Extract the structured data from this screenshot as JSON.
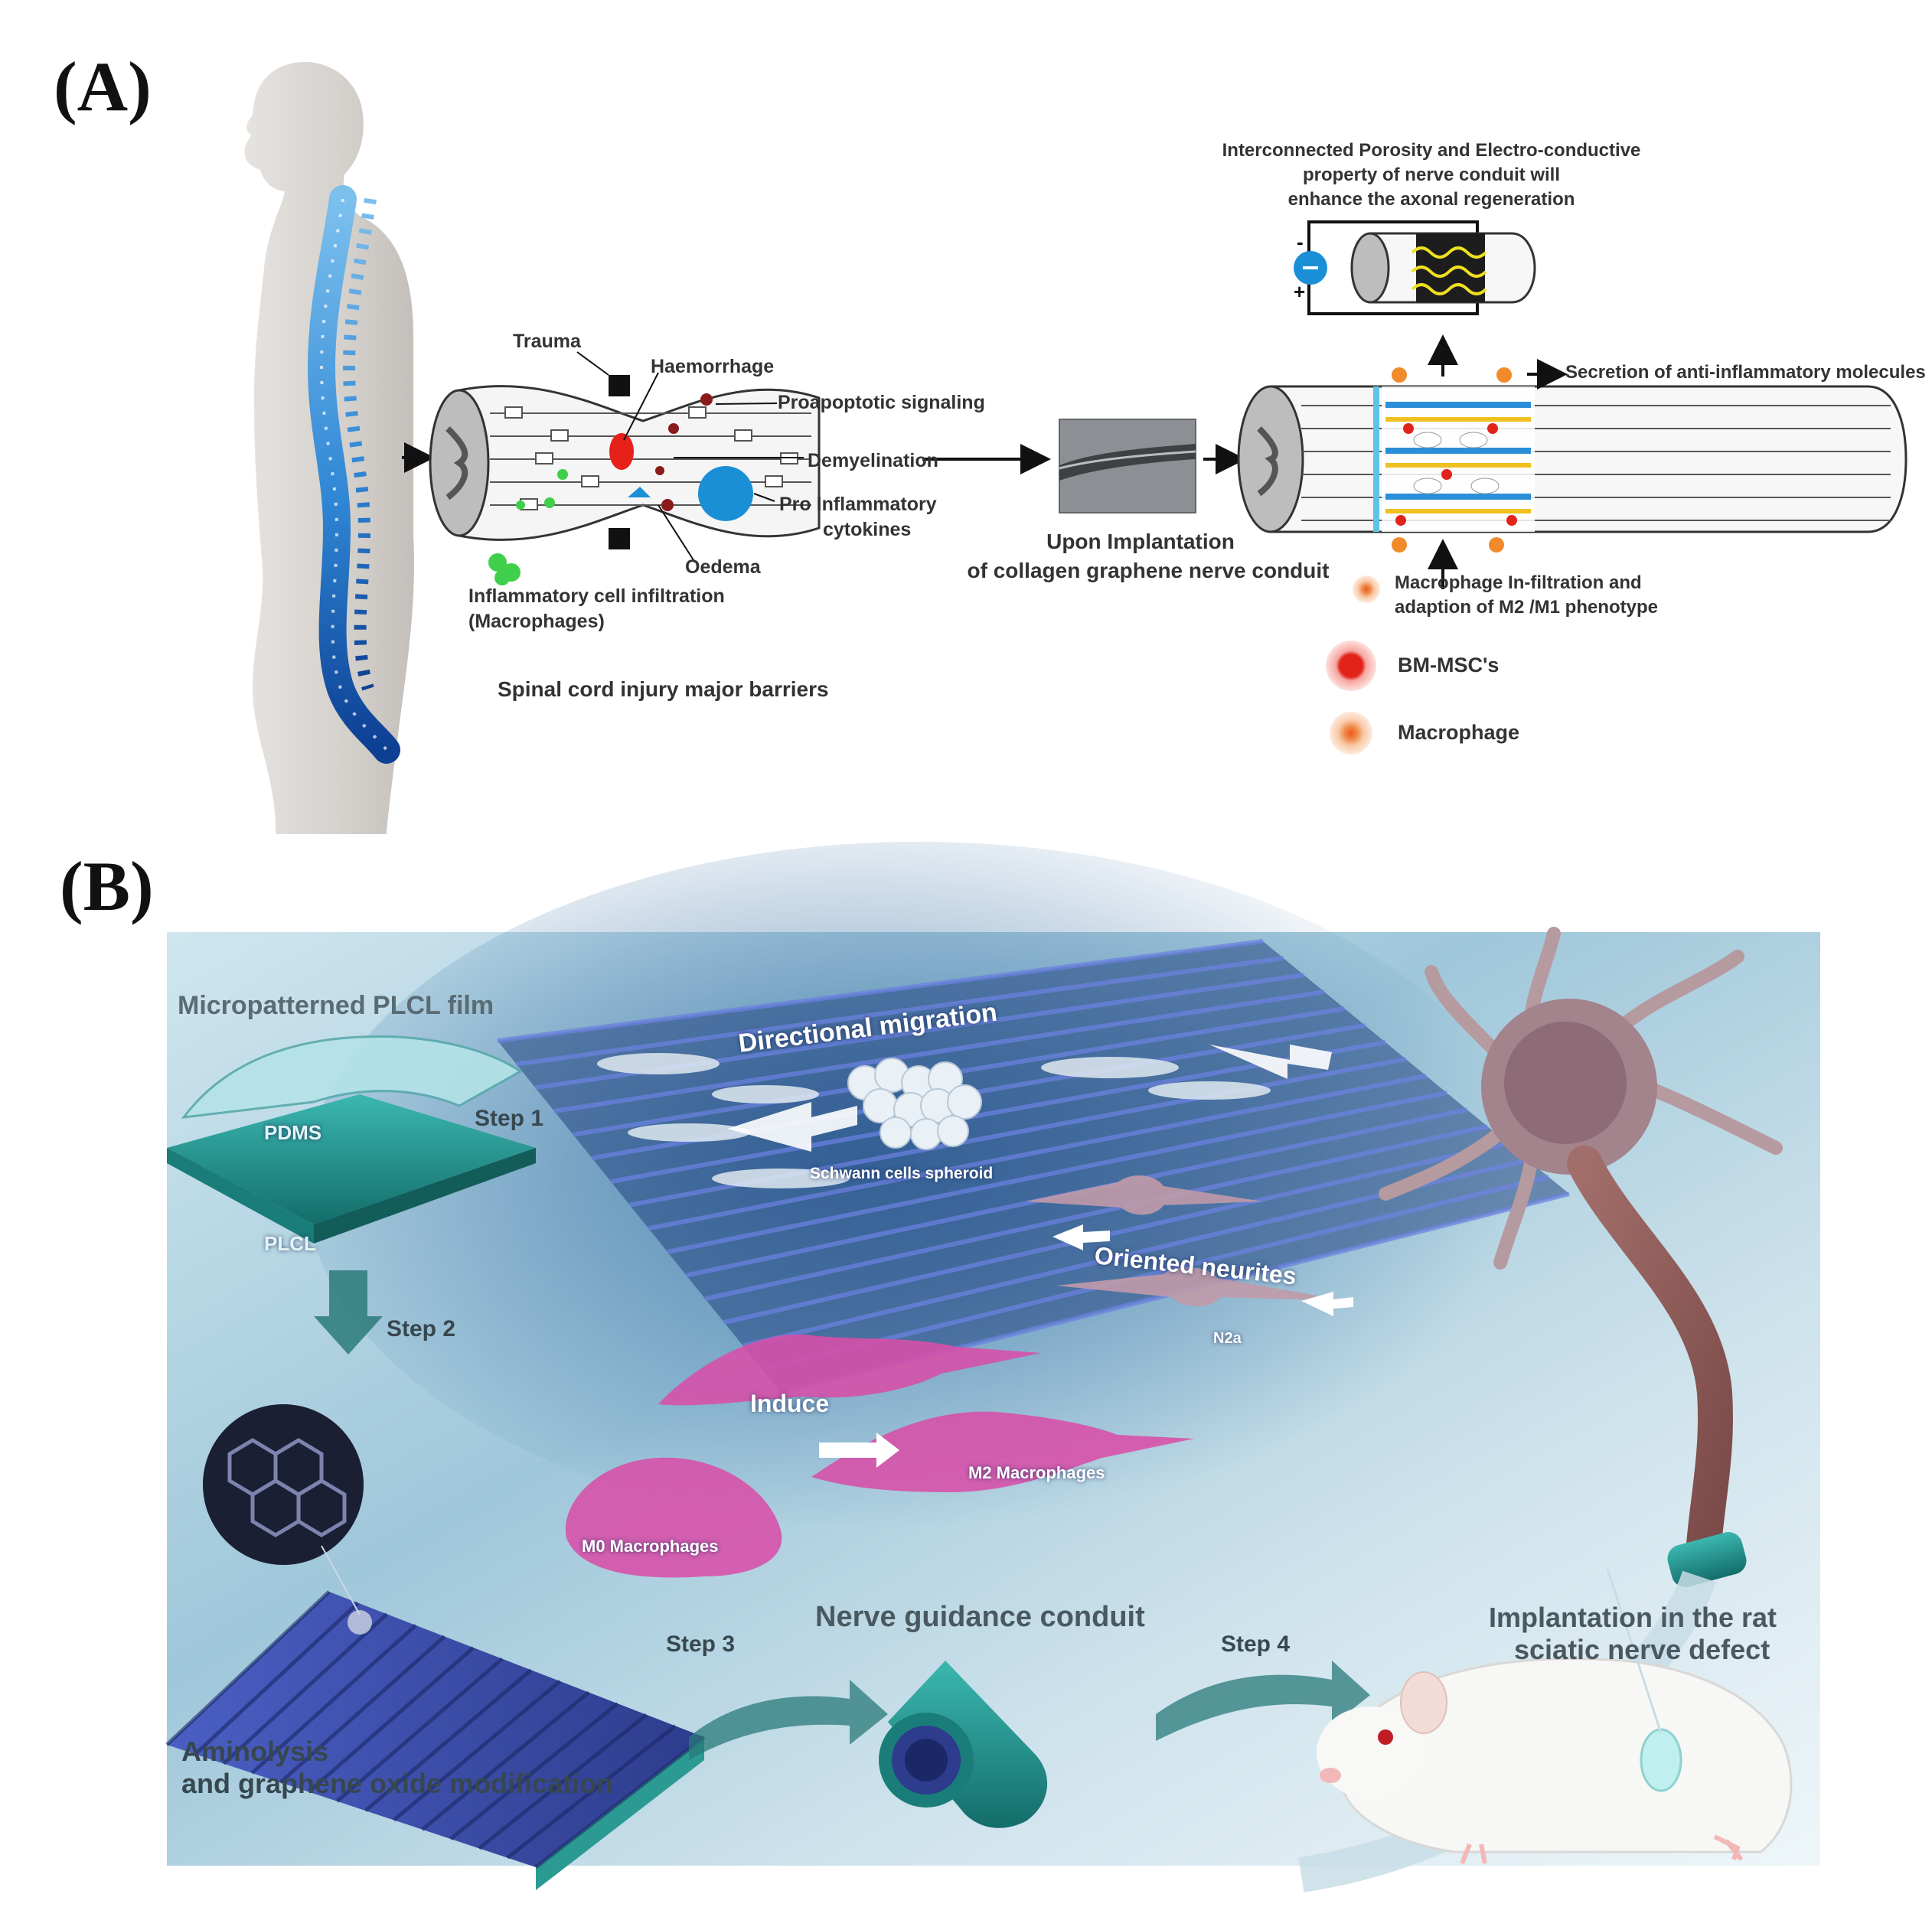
{
  "panels": {
    "a_label": "(A)",
    "b_label": "(B)"
  },
  "panel_a": {
    "trauma": "Trauma",
    "haemorrhage": "Haemorrhage",
    "proapoptotic": "Proapoptotic signaling",
    "demyelination": "Demyelination",
    "pro_inflammatory_line1": "Pro Inflammatory",
    "pro_inflammatory_line2": "cytokines",
    "oedema": "Oedema",
    "inflammatory_line1": "Inflammatory cell infiltration",
    "inflammatory_line2": "(Macrophages)",
    "barriers_caption": "Spinal cord injury major barriers",
    "implantation_line1": "Upon Implantation",
    "implantation_line2": "of collagen graphene nerve conduit",
    "porosity_line1": "Interconnected Porosity and Electro-conductive",
    "porosity_line2": "property of nerve conduit will",
    "porosity_line3": "enhance the axonal regeneration",
    "secretion": "Secretion of anti-inflammatory molecules",
    "macrophage_infiltration_line1": "Macrophage In-filtration and",
    "macrophage_infiltration_line2": "adaption of M2 /M1 phenotype",
    "legend_bmmsc": "BM-MSC's",
    "legend_macrophage": "Macrophage"
  },
  "panel_b": {
    "film_title": "Micropatterned PLCL film",
    "pdms": "PDMS",
    "plcl": "PLCL",
    "step1": "Step 1",
    "step2": "Step 2",
    "step3": "Step 3",
    "step4": "Step 4",
    "directional_migration": "Directional migration",
    "schwann": "Schwann cells spheroid",
    "oriented_neurites": "Oriented neurites",
    "n2a": "N2a",
    "induce": "Induce",
    "m2": "M2 Macrophages",
    "m0": "M0 Macrophages",
    "conduit_title": "Nerve guidance conduit",
    "implant_line1": "Implantation in the rat",
    "implant_line2": "sciatic nerve defect",
    "aminolysis_line1": "Aminolysis",
    "aminolysis_line2": "and graphene oxide modification"
  },
  "colors": {
    "spine_light": "#6fb4e8",
    "spine_dark": "#0f4fa8",
    "haemorrhage": "#e8201a",
    "oedema": "#1a8fd6",
    "inflammatory_cells": "#3fcf4a",
    "bmmsc": "#e2231a",
    "macrophage": "#f07a35",
    "conduit_teal": "#1f8f8a",
    "panel_b_bg": "#d9ecf2",
    "ridge_blue": "#3d4fb0",
    "macrophage_pink": "#d84fa8"
  }
}
